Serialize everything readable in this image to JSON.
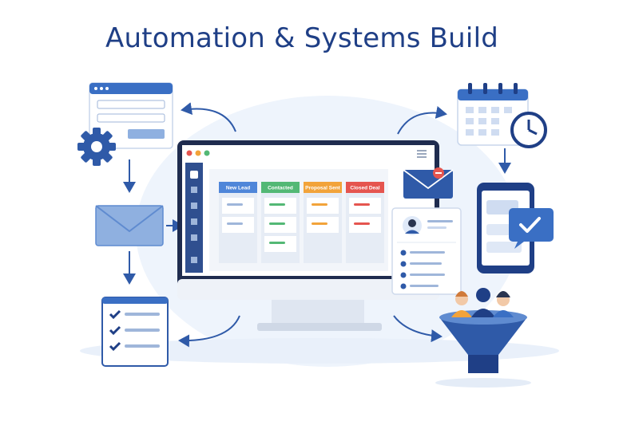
{
  "header": {
    "title": "Automation & Systems Build"
  },
  "pipeline": {
    "columns": [
      {
        "label": "New Lead",
        "color": "#4f86d9"
      },
      {
        "label": "Contacted",
        "color": "#53b875"
      },
      {
        "label": "Proposal Sent",
        "color": "#f2a33a"
      },
      {
        "label": "Closed Deal",
        "color": "#e5554f"
      }
    ]
  },
  "colors": {
    "primary": "#1f3f86",
    "accent": "#3a6fc4",
    "light": "#e8f0fb"
  }
}
